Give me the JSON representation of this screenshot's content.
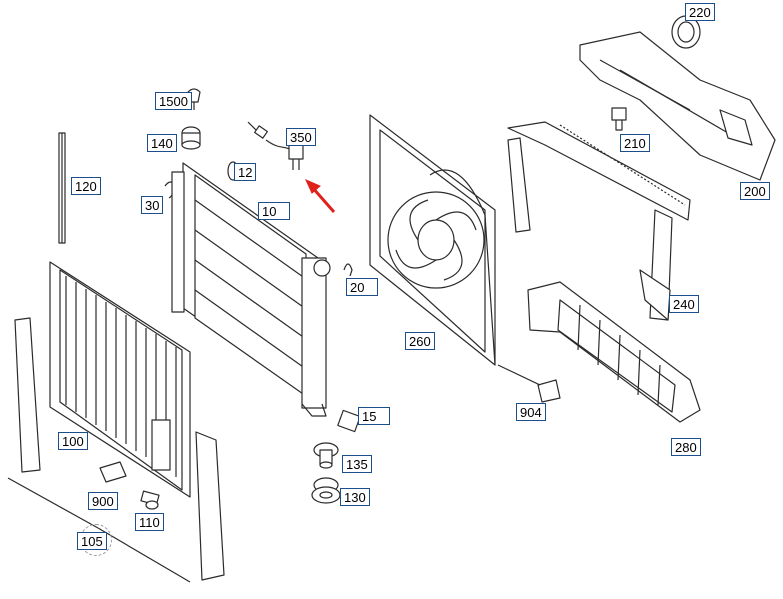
{
  "parts": {
    "p220": "220",
    "p1500": "1500",
    "p350": "350",
    "p140": "140",
    "p210": "210",
    "p120": "120",
    "p12": "12",
    "p200": "200",
    "p30": "30",
    "p10": "10",
    "p20": "20",
    "p260": "260",
    "p240": "240",
    "p904": "904",
    "p15": "15",
    "p100": "100",
    "p135": "135",
    "p280": "280",
    "p900": "900",
    "p130": "130",
    "p110": "110",
    "p105": "105"
  },
  "colors": {
    "line": "#2b2b2b",
    "label_border": "#1a4f8b",
    "arrow": "#e0201b"
  }
}
